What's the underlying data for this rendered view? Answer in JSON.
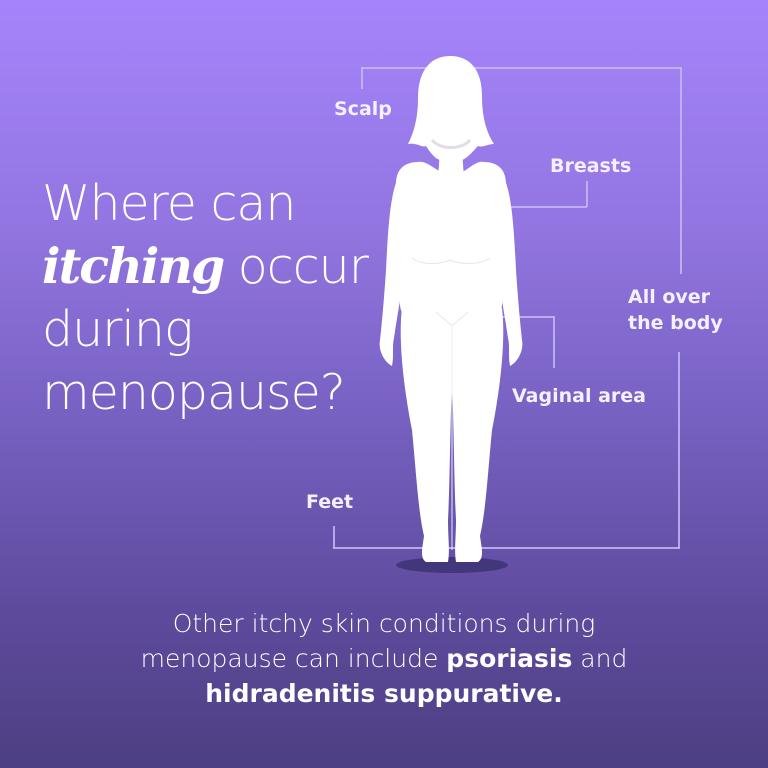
{
  "headline": {
    "line1": "Where can",
    "emphasis": "itching",
    "line2_rest": " occur",
    "line3": "during",
    "line4": "menopause?"
  },
  "body_labels": {
    "scalp": "Scalp",
    "breasts": "Breasts",
    "all_over_line1": "All over",
    "all_over_line2": "the body",
    "vaginal_area": "Vaginal area",
    "feet": "Feet"
  },
  "footer": {
    "text1": "Other itchy skin conditions during",
    "text2": "menopause can include ",
    "bold1": "psoriasis",
    "text3": " and",
    "bold2": "hidradenitis suppurative."
  },
  "colors": {
    "background_top": "#a584fb",
    "background_bottom": "#4d3f82",
    "connector_line": "#c6b7f5",
    "figure": "#ffffff",
    "shadow": "#3f3478"
  }
}
